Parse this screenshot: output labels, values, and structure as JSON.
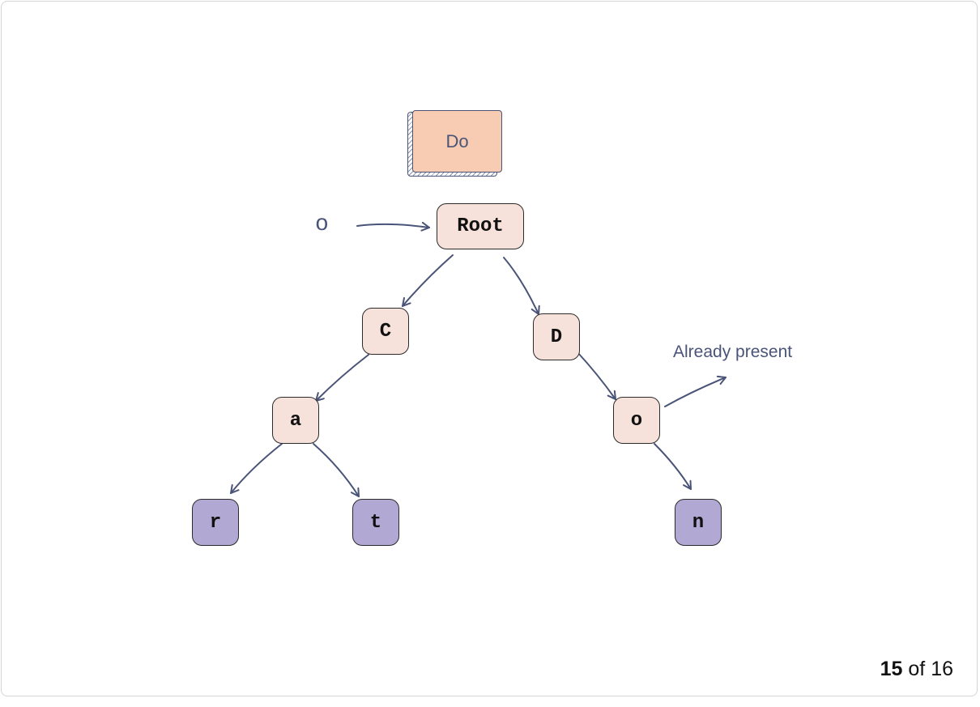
{
  "word": "Do",
  "current_char": "o",
  "annotation": "Already present",
  "nodes": {
    "root": "Root",
    "c": "C",
    "d": "D",
    "a": "a",
    "o": "o",
    "r": "r",
    "t": "t",
    "n": "n"
  },
  "pager": {
    "current": "15",
    "separator": "of",
    "total": "16"
  },
  "colors": {
    "inner_node": "#f6e2db",
    "leaf_node": "#b1a9d4",
    "word_box": "#f7ccb2",
    "arrow": "#4a5478"
  }
}
